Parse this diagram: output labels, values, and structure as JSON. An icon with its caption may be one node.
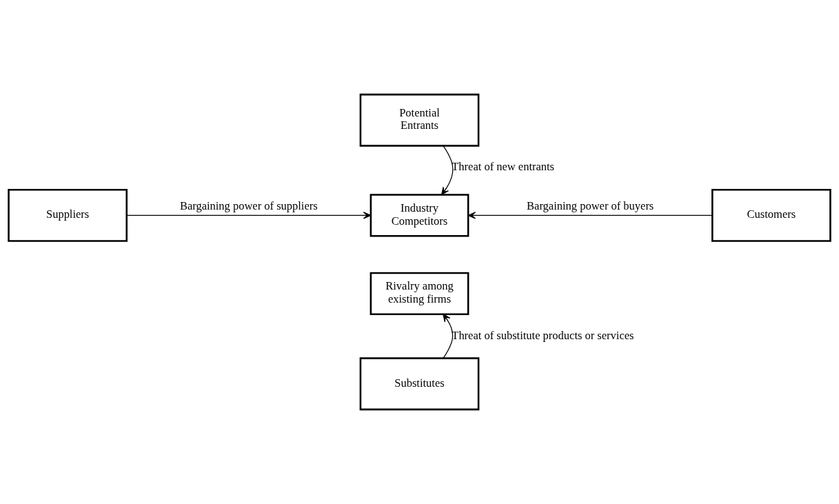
{
  "diagram": {
    "nodes": [
      {
        "text": [
          "Potential Entrants"
        ]
      },
      {
        "text": [
          "Industry Competitors"
        ]
      },
      {
        "text": [
          "Rivalry among existing firms"
        ]
      },
      {
        "text": [
          "Suppliers"
        ]
      },
      {
        "text": [
          "Customers"
        ]
      },
      {
        "text": [
          "Substitutes"
        ]
      }
    ],
    "edges": [
      {
        "from": 0,
        "to": 1,
        "arrow": "to",
        "label": "Threat of new entrants"
      },
      {
        "from": 3,
        "to": 1,
        "arrow": "to",
        "label": "Bargaining power of suppliers"
      },
      {
        "from": 4,
        "to": 1,
        "arrow": "to",
        "label": "Bargaining power of buyers"
      },
      {
        "from": 5,
        "to": 2,
        "arrow": "to",
        "label": "Threat of substitute products or services"
      }
    ]
  }
}
